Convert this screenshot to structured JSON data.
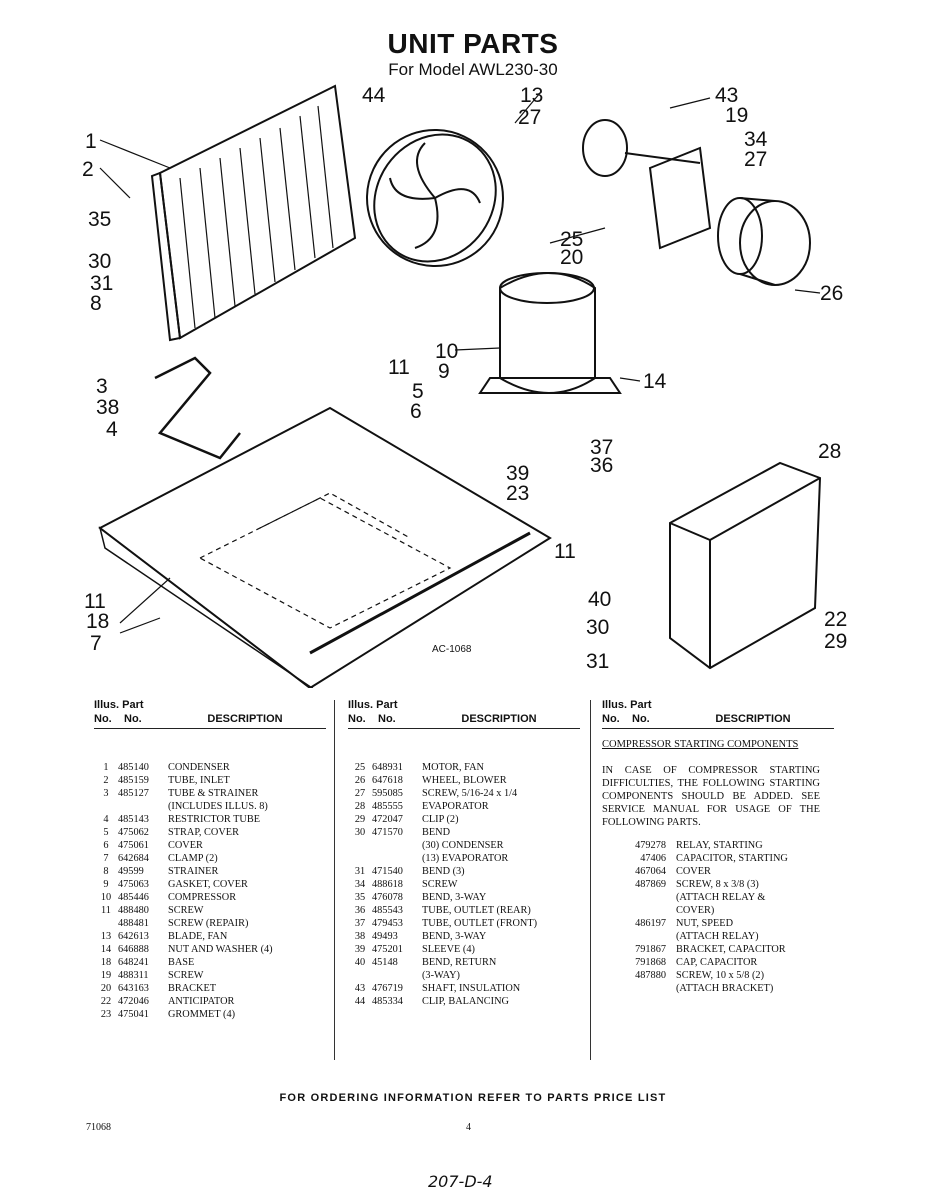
{
  "header": {
    "title": "UNIT PARTS",
    "subtitle": "For Model AWL230-30"
  },
  "diagram": {
    "callouts": [
      "1",
      "2",
      "35",
      "30",
      "31",
      "8",
      "3",
      "38",
      "4",
      "44",
      "13",
      "27",
      "43",
      "19",
      "34",
      "27",
      "25",
      "20",
      "26",
      "10",
      "9",
      "11",
      "5",
      "6",
      "14",
      "37",
      "36",
      "28",
      "39",
      "23",
      "11",
      "11",
      "18",
      "7",
      "40",
      "30",
      "31",
      "22",
      "29"
    ],
    "code": "AC-1068"
  },
  "table_header": {
    "illus": "Illus.",
    "part": "Part",
    "no": "No.",
    "description": "DESCRIPTION"
  },
  "columns": {
    "left": [
      {
        "illus": "1",
        "part": "485140",
        "desc": "CONDENSER"
      },
      {
        "illus": "2",
        "part": "485159",
        "desc": "TUBE, INLET"
      },
      {
        "illus": "3",
        "part": "485127",
        "desc": "TUBE & STRAINER"
      },
      {
        "illus": "",
        "part": "",
        "desc": "(INCLUDES ILLUS. 8)"
      },
      {
        "illus": "4",
        "part": "485143",
        "desc": "RESTRICTOR TUBE"
      },
      {
        "illus": "5",
        "part": "475062",
        "desc": "STRAP, COVER"
      },
      {
        "illus": "6",
        "part": "475061",
        "desc": "COVER"
      },
      {
        "illus": "7",
        "part": "642684",
        "desc": "CLAMP (2)"
      },
      {
        "illus": "8",
        "part": "49599",
        "desc": "STRAINER"
      },
      {
        "illus": "9",
        "part": "475063",
        "desc": "GASKET, COVER"
      },
      {
        "illus": "10",
        "part": "485446",
        "desc": "COMPRESSOR"
      },
      {
        "illus": "11",
        "part": "488480",
        "desc": "SCREW"
      },
      {
        "illus": "",
        "part": "488481",
        "desc": "SCREW (REPAIR)"
      },
      {
        "illus": "13",
        "part": "642613",
        "desc": "BLADE, FAN"
      },
      {
        "illus": "14",
        "part": "646888",
        "desc": "NUT AND WASHER (4)"
      },
      {
        "illus": "18",
        "part": "648241",
        "desc": "BASE"
      },
      {
        "illus": "19",
        "part": "488311",
        "desc": "SCREW"
      },
      {
        "illus": "20",
        "part": "643163",
        "desc": "BRACKET"
      },
      {
        "illus": "22",
        "part": "472046",
        "desc": "ANTICIPATOR"
      },
      {
        "illus": "23",
        "part": "475041",
        "desc": "GROMMET (4)"
      }
    ],
    "middle": [
      {
        "illus": "25",
        "part": "648931",
        "desc": "MOTOR, FAN"
      },
      {
        "illus": "26",
        "part": "647618",
        "desc": "WHEEL, BLOWER"
      },
      {
        "illus": "27",
        "part": "595085",
        "desc": "SCREW, 5/16-24 x 1/4"
      },
      {
        "illus": "28",
        "part": "485555",
        "desc": "EVAPORATOR"
      },
      {
        "illus": "29",
        "part": "472047",
        "desc": "CLIP (2)"
      },
      {
        "illus": "30",
        "part": "471570",
        "desc": "BEND"
      },
      {
        "illus": "",
        "part": "",
        "desc": "(30) CONDENSER"
      },
      {
        "illus": "",
        "part": "",
        "desc": "(13) EVAPORATOR"
      },
      {
        "illus": "31",
        "part": "471540",
        "desc": "BEND (3)"
      },
      {
        "illus": "34",
        "part": "488618",
        "desc": "SCREW"
      },
      {
        "illus": "35",
        "part": "476078",
        "desc": "BEND, 3-WAY"
      },
      {
        "illus": "36",
        "part": "485543",
        "desc": "TUBE, OUTLET (REAR)"
      },
      {
        "illus": "37",
        "part": "479453",
        "desc": "TUBE, OUTLET (FRONT)"
      },
      {
        "illus": "38",
        "part": "49493",
        "desc": "BEND, 3-WAY"
      },
      {
        "illus": "39",
        "part": "475201",
        "desc": "SLEEVE (4)"
      },
      {
        "illus": "40",
        "part": "45148",
        "desc": "BEND, RETURN"
      },
      {
        "illus": "",
        "part": "",
        "desc": "(3-WAY)"
      },
      {
        "illus": "43",
        "part": "476719",
        "desc": "SHAFT, INSULATION"
      },
      {
        "illus": "44",
        "part": "485334",
        "desc": "CLIP, BALANCING"
      }
    ],
    "right": {
      "heading": "COMPRESSOR STARTING COMPONENTS",
      "note": "IN CASE OF COMPRESSOR STARTING DIFFICULTIES, THE FOLLOWING STARTING COMPONENTS SHOULD BE ADDED. SEE SERVICE MANUAL FOR USAGE OF THE FOLLOWING PARTS.",
      "items": [
        {
          "part": "479278",
          "desc": "RELAY, STARTING"
        },
        {
          "part": "47406",
          "desc": "CAPACITOR, STARTING"
        },
        {
          "part": "467064",
          "desc": "COVER"
        },
        {
          "part": "487869",
          "desc": "SCREW, 8 x 3/8 (3)"
        },
        {
          "part": "",
          "desc": "(ATTACH RELAY &"
        },
        {
          "part": "",
          "desc": "COVER)"
        },
        {
          "part": "486197",
          "desc": "NUT, SPEED"
        },
        {
          "part": "",
          "desc": "(ATTACH RELAY)"
        },
        {
          "part": "791867",
          "desc": "BRACKET, CAPACITOR"
        },
        {
          "part": "791868",
          "desc": "CAP, CAPACITOR"
        },
        {
          "part": "487880",
          "desc": "SCREW, 10 x 5/8 (2)"
        },
        {
          "part": "",
          "desc": "(ATTACH BRACKET)"
        }
      ]
    }
  },
  "footer": {
    "ordering_note": "FOR ORDERING INFORMATION REFER TO PARTS PRICE LIST",
    "doc_code": "71068",
    "page_number": "4",
    "handwritten": "207-D-4"
  }
}
